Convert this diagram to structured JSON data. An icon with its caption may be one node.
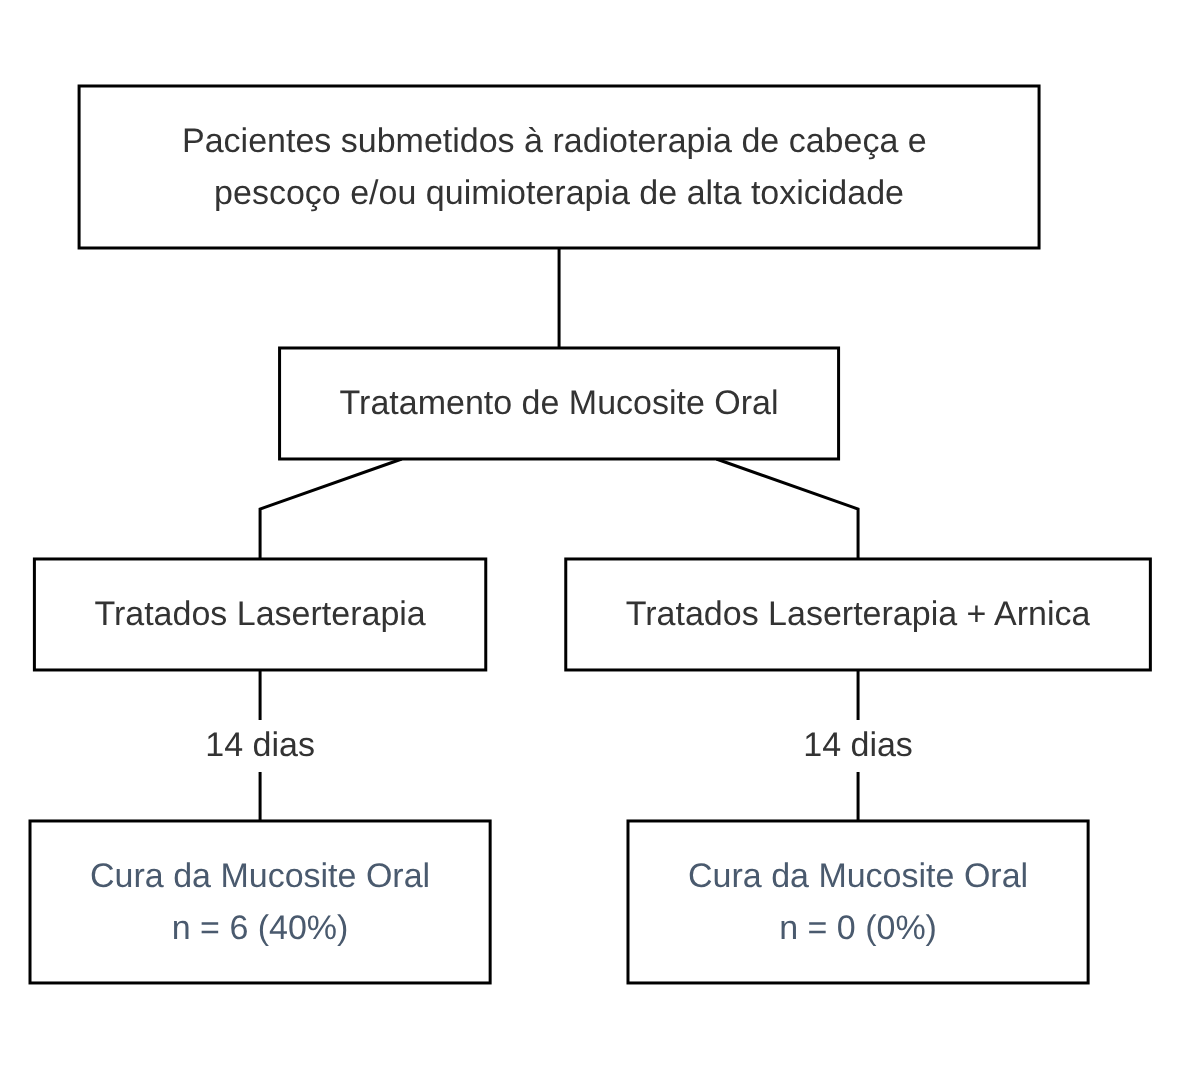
{
  "diagram": {
    "nodes": [
      {
        "text": [
          "Pacientes submetidos à radioterapia de cabeça e pescoço e/ou quimioterapia de alta toxicidade"
        ]
      },
      {
        "text": [
          "Tratamento de Mucosite Oral"
        ]
      },
      {
        "text": [
          "Tratados Laserterapia"
        ]
      },
      {
        "text": [
          "Tratados Laserterapia + Arnica"
        ]
      },
      {
        "text": [
          "Cura da Mucosite Oral",
          "n = 6 (40%)"
        ]
      },
      {
        "text": [
          "Cura da Mucosite Oral",
          "n = 0 (0%)"
        ]
      }
    ],
    "edges": [
      {
        "from": 0,
        "to": 1,
        "arrow": "none"
      },
      {
        "from": 1,
        "to": 2,
        "arrow": "none"
      },
      {
        "from": 1,
        "to": 3,
        "arrow": "none"
      },
      {
        "from": 2,
        "to": 4,
        "arrow": "none",
        "label": "14 dias"
      },
      {
        "from": 3,
        "to": 5,
        "arrow": "none",
        "label": "14 dias"
      }
    ]
  }
}
